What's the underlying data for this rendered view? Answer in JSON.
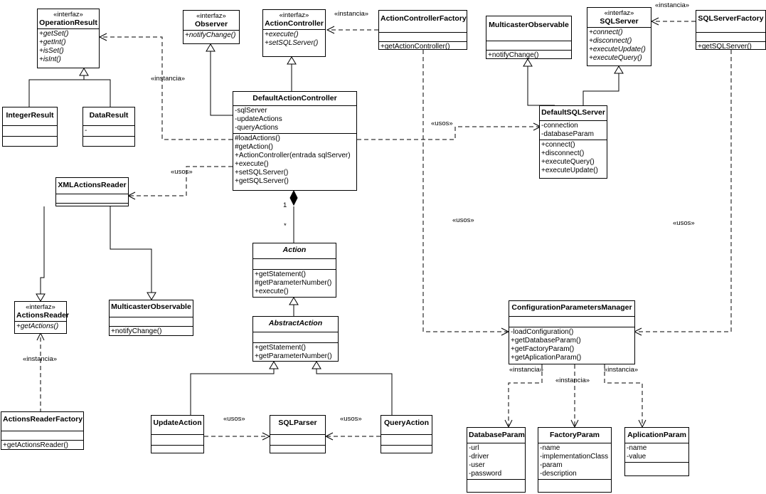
{
  "classes": {
    "operation_result": {
      "stereotype": "«interfaz»",
      "name": "OperationResult",
      "methods": [
        "+getSet()",
        "+getInt()",
        "+isSet()",
        "+isInt()"
      ]
    },
    "observer": {
      "stereotype": "«interfaz»",
      "name": "Observer",
      "methods": [
        "+notifyChange()"
      ]
    },
    "action_controller": {
      "stereotype": "«interfaz»",
      "name": "ActionController",
      "methods": [
        "+execute()",
        "+setSQLServer()"
      ]
    },
    "action_controller_factory": {
      "name": "ActionControllerFactory",
      "methods": [
        "+getActionController()"
      ]
    },
    "multicaster_observable_top": {
      "name": "MulticasterObservable",
      "methods": [
        "+notifyChange()"
      ]
    },
    "sql_server": {
      "stereotype": "«interfaz»",
      "name": "SQLServer",
      "methods": [
        "+connect()",
        "+disconnect()",
        "+executeUpdate()",
        "+executeQuery()"
      ]
    },
    "sql_server_factory": {
      "name": "SQLServerFactory",
      "methods": [
        "+getSQLServer()"
      ]
    },
    "integer_result": {
      "name": "IntegerResult"
    },
    "data_result": {
      "name": "DataResult",
      "attributes": [
        "-"
      ]
    },
    "default_action_controller": {
      "name": "DefaultActionController",
      "attributes": [
        "-sqlServer",
        "-updateActions",
        "-queryActions"
      ],
      "methods": [
        "#loadActions()",
        "#getAction()",
        "+ActionController(entrada sqlServer)",
        "+execute()",
        "+setSQLServer()",
        "+getSQLServer()"
      ]
    },
    "default_sql_server": {
      "name": "DefaultSQLServer",
      "attributes": [
        "-connection",
        "-databaseParam"
      ],
      "methods": [
        "+connect()",
        "+disconnect()",
        "+executeQuery()",
        "+executeUpdate()"
      ]
    },
    "xml_actions_reader": {
      "name": "XMLActionsReader"
    },
    "action": {
      "name": "Action",
      "methods": [
        "+getStatement()",
        "#getParameterNumber()",
        "+execute()"
      ]
    },
    "actions_reader": {
      "stereotype": "«interfaz»",
      "name": "ActionsReader",
      "methods": [
        "+getActions()"
      ]
    },
    "multicaster_observable_bottom": {
      "name": "MulticasterObservable",
      "methods": [
        "+notifyChange()"
      ]
    },
    "abstract_action": {
      "name": "AbstractAction",
      "methods": [
        "+getStatement()",
        "+getParameterNumber()"
      ]
    },
    "config_params_manager": {
      "name": "ConfigurationParametersManager",
      "methods": [
        "-loadConfiguration()",
        "+getDatabaseParam()",
        "+getFactoryParam()",
        "+getAplicationParam()"
      ]
    },
    "actions_reader_factory": {
      "name": "ActionsReaderFactory",
      "methods": [
        "+getActionsReader()"
      ]
    },
    "update_action": {
      "name": "UpdateAction"
    },
    "sql_parser": {
      "name": "SQLParser"
    },
    "query_action": {
      "name": "QueryAction"
    },
    "database_param": {
      "name": "DatabaseParam",
      "attributes": [
        "-url",
        "-driver",
        "-user",
        "-password"
      ]
    },
    "factory_param": {
      "name": "FactoryParam",
      "attributes": [
        "-name",
        "-implementationClass",
        "-param",
        "-description"
      ]
    },
    "aplication_param": {
      "name": "AplicationParam",
      "attributes": [
        "-name",
        "-value"
      ]
    }
  },
  "labels": {
    "instancia": "«instancia»",
    "usos": "«usos»",
    "mult_one": "1",
    "mult_many": "*"
  }
}
